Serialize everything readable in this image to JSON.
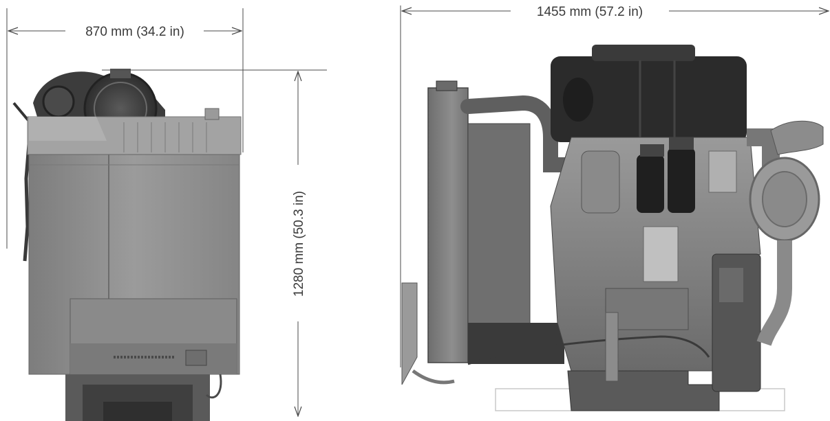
{
  "dimensions": {
    "front_width": "870 mm (34.2 in)",
    "height": "1280 mm (50.3 in)",
    "side_length": "1455 mm (57.2 in)"
  },
  "colors": {
    "dimension_line": "#4a4a4a",
    "body_gray": "#8f8f8f",
    "dark_part": "#2b2b2b"
  }
}
